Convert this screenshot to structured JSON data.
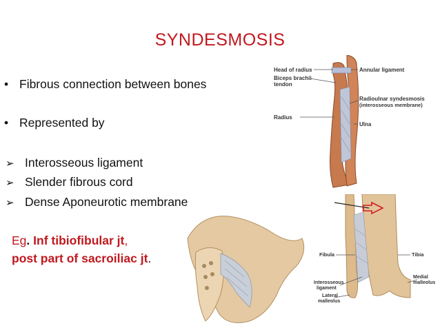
{
  "slide": {
    "title": "SYNDESMOSIS",
    "bullets": [
      "Fibrous connection between bones",
      "Represented by"
    ],
    "sub_bullets": [
      "Interosseous ligament",
      "Slender fibrous cord",
      "Dense Aponeurotic membrane"
    ],
    "example": {
      "prefix": "Eg",
      "line1": "Inf tibiofibular jt",
      "line1_suffix": ",",
      "line2": "post part  of sacroiliac jt",
      "line2_suffix": "."
    }
  },
  "forearm_figure": {
    "labels": {
      "head_of_radius": "Head of radius",
      "biceps_line1": "Biceps brachii",
      "biceps_line2": "tendon",
      "radius": "Radius",
      "annular_ligament": "Annular ligament",
      "syndesmosis_line1": "Radioulnar syndesmosis",
      "syndesmosis_line2": "(interosseous membrane)",
      "ulna": "Ulna"
    }
  },
  "leg_figure": {
    "labels": {
      "fibula": "Fibula",
      "tibia": "Tibia",
      "interosseous_line1": "Interosseous",
      "interosseous_line2": "ligament",
      "lateral_line1": "Lateral",
      "lateral_line2": "malleolus",
      "medial_line1": "Medial",
      "medial_line2": "malleolus"
    }
  },
  "colors": {
    "title": "#c0181e",
    "bone": "#e2c49a",
    "bone_dark": "#b08a5a",
    "muscle": "#c9603a",
    "ligament": "#bfc6d8",
    "arrow_outline": "#d21e1e"
  }
}
